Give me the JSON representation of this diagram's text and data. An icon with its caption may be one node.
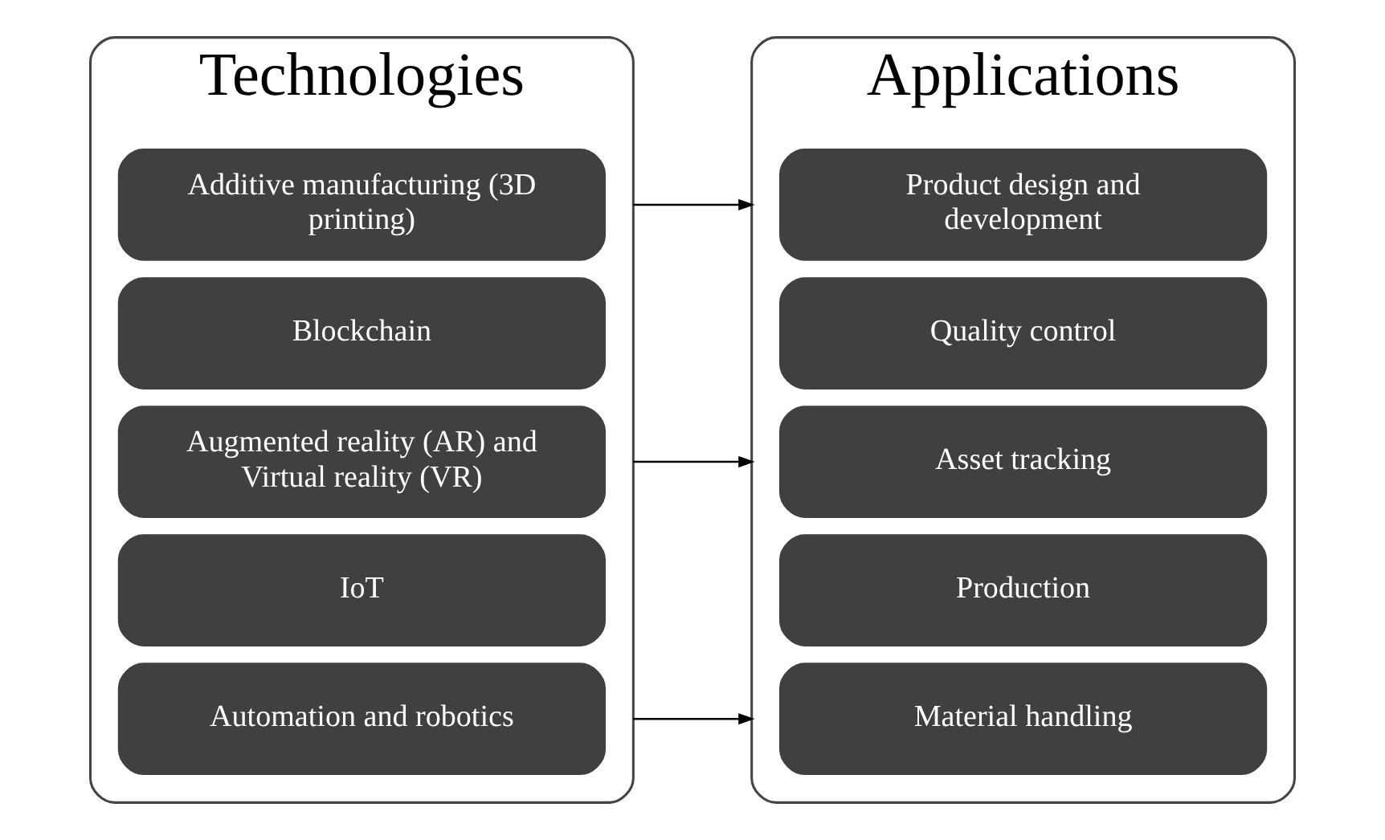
{
  "diagram": {
    "nodes": [
      {
        "text": [
          "Technologies"
        ]
      },
      {
        "text": [
          "Additive manufacturing (3D printing)"
        ],
        "in": 0
      },
      {
        "text": [
          "Blockchain"
        ],
        "in": 0
      },
      {
        "text": [
          "Augmented reality (AR) and Virtual reality (VR)"
        ],
        "in": 0
      },
      {
        "text": [
          "IoT"
        ],
        "in": 0
      },
      {
        "text": [
          "Automation and robotics"
        ],
        "in": 0
      },
      {
        "text": [
          "Applications"
        ]
      },
      {
        "text": [
          "Product design and development"
        ],
        "in": 6
      },
      {
        "text": [
          "Quality control"
        ],
        "in": 6
      },
      {
        "text": [
          "Asset tracking"
        ],
        "in": 6
      },
      {
        "text": [
          "Production"
        ],
        "in": 6
      },
      {
        "text": [
          "Material handling"
        ],
        "in": 6
      }
    ],
    "edges": [
      {
        "from": 0,
        "to": 6,
        "arrow": "to"
      },
      {
        "from": 0,
        "to": 6,
        "arrow": "to"
      },
      {
        "from": 0,
        "to": 6,
        "arrow": "to"
      }
    ]
  }
}
